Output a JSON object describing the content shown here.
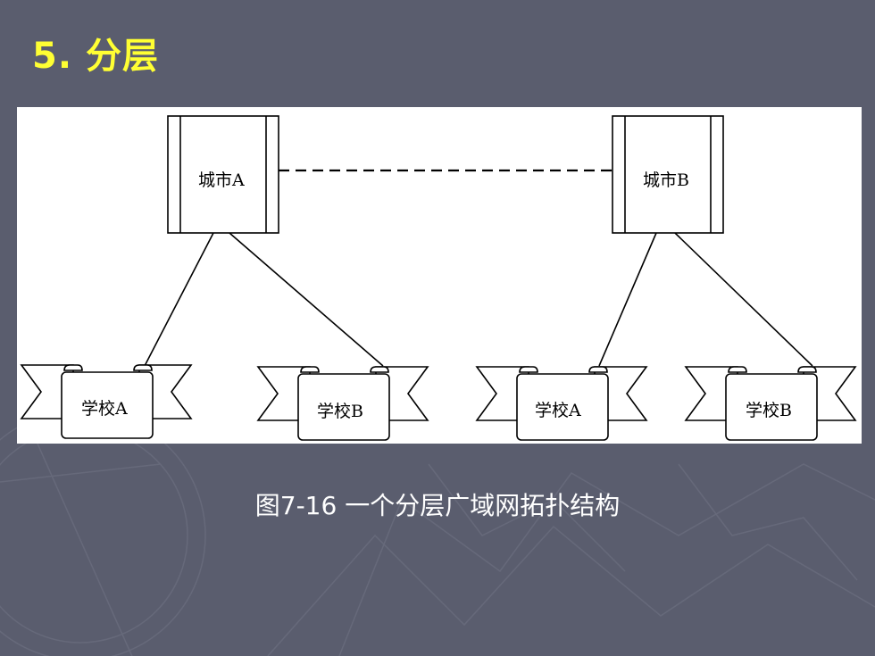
{
  "slide": {
    "title": "5. 分层"
  },
  "diagram": {
    "cities": [
      {
        "label": "城市A"
      },
      {
        "label": "城市B"
      }
    ],
    "schools": [
      {
        "label": "学校A"
      },
      {
        "label": "学校B"
      },
      {
        "label": "学校A"
      },
      {
        "label": "学校B"
      }
    ]
  },
  "caption": "图7-16  一个分层广域网拓扑结构",
  "colors": {
    "background": "#5a5d6e",
    "title": "#ffff33",
    "caption": "#ffffff",
    "panel": "#ffffff",
    "line": "#000000"
  }
}
